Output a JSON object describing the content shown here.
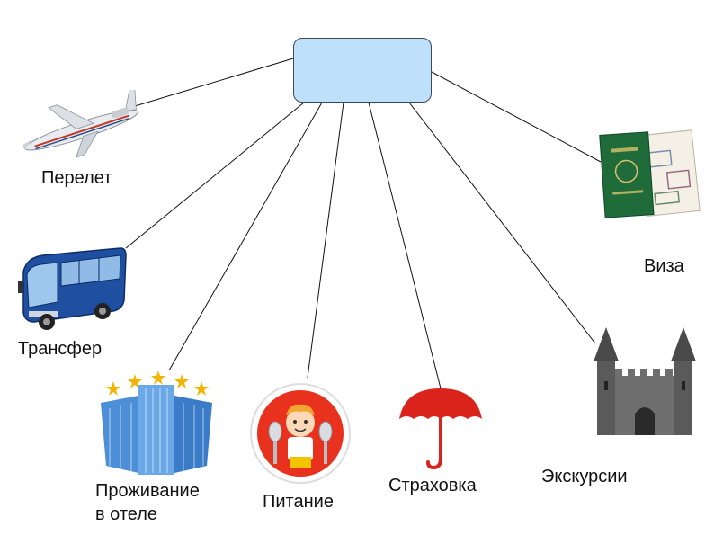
{
  "hub": {
    "label": ""
  },
  "items": {
    "flight": {
      "label": "Перелет",
      "icon": "airplane-icon"
    },
    "transfer": {
      "label": "Трансфер",
      "icon": "bus-icon"
    },
    "hotel": {
      "label_line1": "Проживание",
      "label_line2": "в отеле",
      "icon": "hotel-building-icon"
    },
    "food": {
      "label": "Питание",
      "icon": "meal-child-icon"
    },
    "insurance": {
      "label": "Страховка",
      "icon": "umbrella-icon"
    },
    "excursions": {
      "label": "Экскурсии",
      "icon": "castle-icon"
    },
    "visa": {
      "label": "Виза",
      "icon": "passport-icon"
    }
  },
  "colors": {
    "hub_fill": "#bfe0fb",
    "umbrella": "#d9231b",
    "food_circle": "#e8321e"
  }
}
